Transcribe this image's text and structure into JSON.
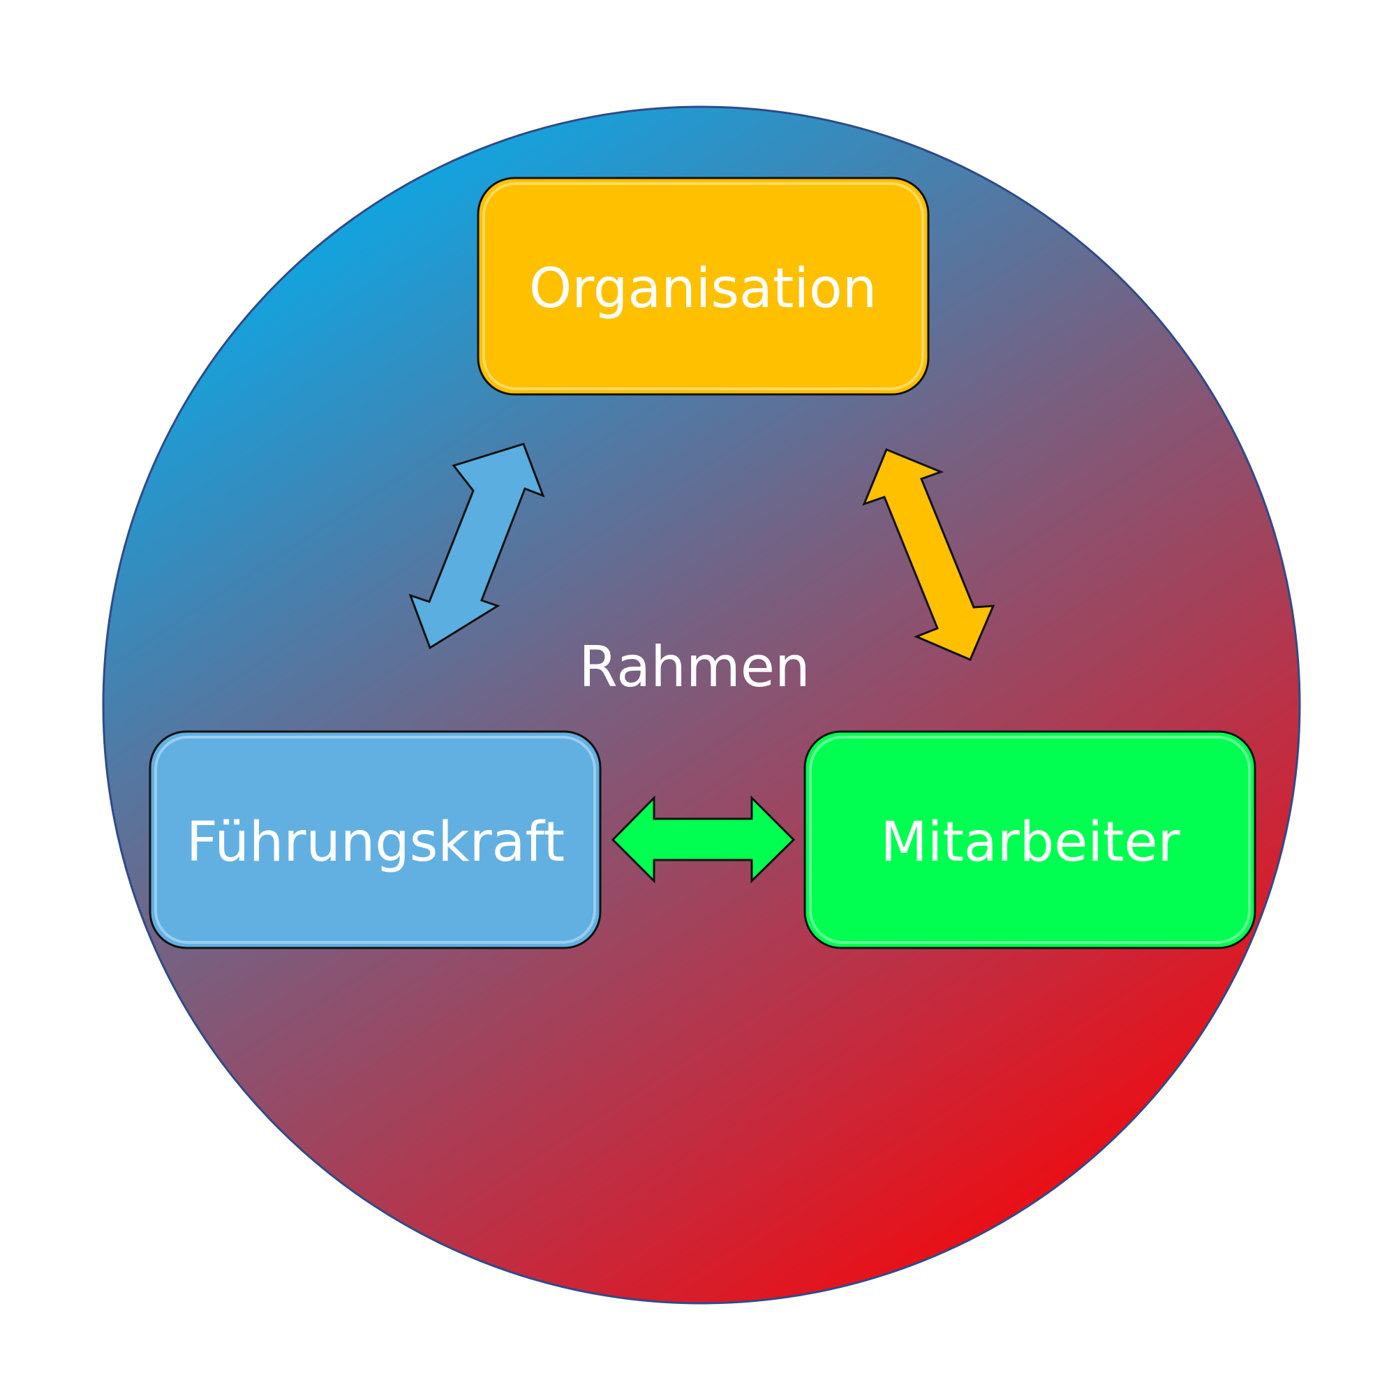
{
  "diagram": {
    "frame_label": "Rahmen",
    "nodes": {
      "organisation": {
        "label": "Organisation",
        "color": "#FFC000"
      },
      "fuehrungskraft": {
        "label": "Führungskraft",
        "color": "#62B0E2"
      },
      "mitarbeiter": {
        "label": "Mitarbeiter",
        "color": "#00FF50"
      }
    },
    "circle_gradient": {
      "from": "#00B0F0",
      "to": "#FF0000"
    },
    "arrows": [
      {
        "between": [
          "Organisation",
          "Führungskraft"
        ],
        "color": "#5AAEE0",
        "direction": "bidirectional"
      },
      {
        "between": [
          "Organisation",
          "Mitarbeiter"
        ],
        "color": "#FFC000",
        "direction": "bidirectional"
      },
      {
        "between": [
          "Führungskraft",
          "Mitarbeiter"
        ],
        "color": "#00FF50",
        "direction": "bidirectional"
      }
    ]
  }
}
